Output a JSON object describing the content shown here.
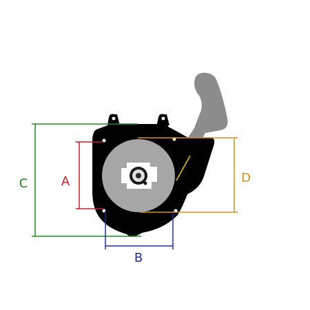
{
  "dimensions": {
    "A": {
      "label": "A",
      "color": "#c0202a"
    },
    "B": {
      "label": "B",
      "color": "#1f2fa0"
    },
    "C": {
      "label": "C",
      "color": "#1e8a1e"
    },
    "D": {
      "label": "D",
      "color": "#d9911e"
    }
  },
  "colors": {
    "housing": "#000000",
    "disc": "#a6a6a6",
    "handle": "#8c8c8c",
    "hub": "#ffffff"
  }
}
